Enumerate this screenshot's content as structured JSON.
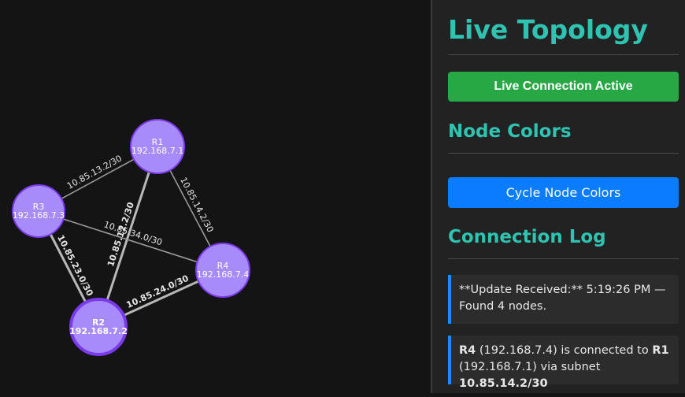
{
  "panel": {
    "title": "Live Topology",
    "status_button": "Live Connection Active",
    "node_colors_heading": "Node Colors",
    "cycle_button": "Cycle Node Colors",
    "log_heading": "Connection Log",
    "log": [
      {
        "text": "**Update Received:** 5:19:26 PM — Found 4 nodes."
      },
      {
        "router_a": "R4",
        "ip_a": "(192.168.7.4)",
        "mid": " is connected to ",
        "router_b": "R1",
        "ip_b": "(192.168.7.1)",
        "via": " via subnet ",
        "subnet": "10.85.14.2/30"
      }
    ]
  },
  "graph": {
    "node_color": "#a78bfa",
    "node_border": "#7c3aed",
    "link_color": "#9a9a9a",
    "nodes": [
      {
        "id": "R1",
        "label": "R1",
        "ip": "192.168.7.1"
      },
      {
        "id": "R3",
        "label": "R3",
        "ip": "192.168.7.3"
      },
      {
        "id": "R4",
        "label": "R4",
        "ip": "192.168.7.4"
      },
      {
        "id": "R2",
        "label": "R2",
        "ip": "192.168.7.2",
        "highlighted": true
      }
    ],
    "links": [
      {
        "source": "R3",
        "target": "R1",
        "subnet": "10.85.13.2/30"
      },
      {
        "source": "R1",
        "target": "R4",
        "subnet": "10.85.14.2/30"
      },
      {
        "source": "R2",
        "target": "R1",
        "subnet": "10.85.12.2/30",
        "highlighted": true
      },
      {
        "source": "R3",
        "target": "R4",
        "subnet": "10.85.34.0/30"
      },
      {
        "source": "R3",
        "target": "R2",
        "subnet": "10.85.23.0/30",
        "highlighted": true
      },
      {
        "source": "R2",
        "target": "R4",
        "subnet": "10.85.24.0/30",
        "highlighted": true
      }
    ]
  }
}
